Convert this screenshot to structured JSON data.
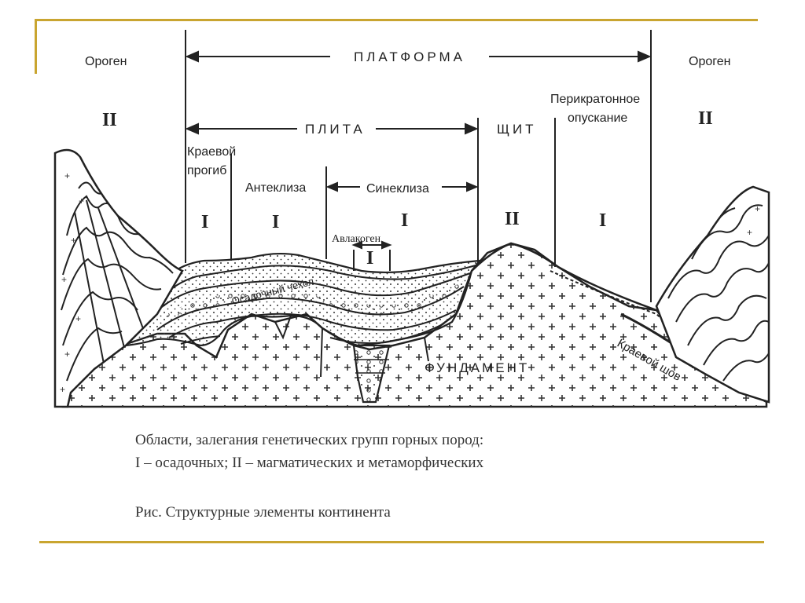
{
  "labels": {
    "orogen_left": "Ороген",
    "orogen_right": "Ороген",
    "platform": "ПЛАТФОРМА",
    "plate": "ПЛИТА",
    "shield": "ЩИТ",
    "pericratonic_line1": "Перикратонное",
    "pericratonic_line2": "опускание",
    "marginal_trough_line1": "Краевой",
    "marginal_trough_line2": "прогиб",
    "anteclise": "Антеклиза",
    "syneclise": "Синеклиза",
    "aulacogen": "Авлакоген",
    "sedimentary_cover": "Осадочный чехол",
    "basement": "ФУНДАМЕНТ",
    "marginal_suture": "Краевой шов"
  },
  "roman": {
    "orogen_left": "II",
    "orogen_right": "II",
    "trough": "I",
    "anteclise": "I",
    "syneclise": "I",
    "aulacogen": "I",
    "shield": "II",
    "pericratonic": "I"
  },
  "caption": {
    "line1": "Области, залегания генетических групп горных пород:",
    "line2": "I – осадочных; II – магматических и метаморфических",
    "line3": "Рис.  Структурные элементы континента"
  },
  "colors": {
    "frame": "#c9a530",
    "ink": "#222222",
    "caption": "#333333"
  }
}
